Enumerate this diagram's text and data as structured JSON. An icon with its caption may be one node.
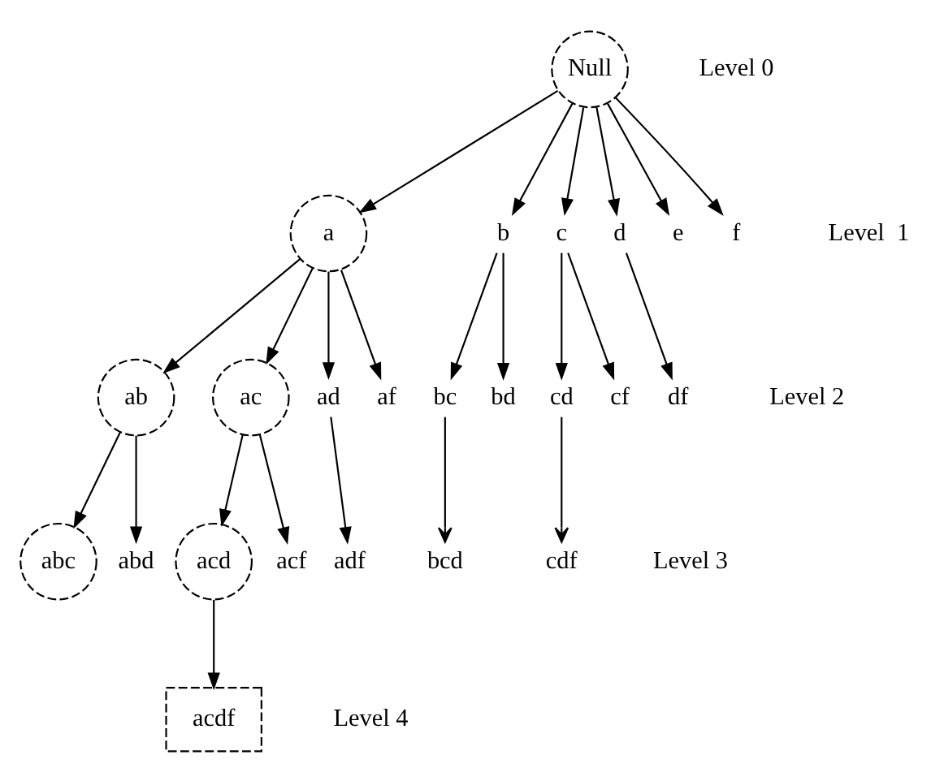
{
  "diagram": {
    "nodes": [
      {
        "text": [
          "Null"
        ]
      },
      {
        "text": [
          "a"
        ]
      },
      {
        "text": [
          "b"
        ]
      },
      {
        "text": [
          "c"
        ]
      },
      {
        "text": [
          "d"
        ]
      },
      {
        "text": [
          "e"
        ]
      },
      {
        "text": [
          "f"
        ]
      },
      {
        "text": [
          "ab"
        ]
      },
      {
        "text": [
          "ac"
        ]
      },
      {
        "text": [
          "ad"
        ]
      },
      {
        "text": [
          "af"
        ]
      },
      {
        "text": [
          "bc"
        ]
      },
      {
        "text": [
          "bd"
        ]
      },
      {
        "text": [
          "cd"
        ]
      },
      {
        "text": [
          "cf"
        ]
      },
      {
        "text": [
          "df"
        ]
      },
      {
        "text": [
          "abc"
        ]
      },
      {
        "text": [
          "abd"
        ]
      },
      {
        "text": [
          "acd"
        ]
      },
      {
        "text": [
          "acf"
        ]
      },
      {
        "text": [
          "adf"
        ]
      },
      {
        "text": [
          "bcd"
        ]
      },
      {
        "text": [
          "cdf"
        ]
      },
      {
        "text": [
          "acdf"
        ]
      }
    ],
    "edges": [
      {
        "from": 0,
        "to": 1,
        "arrow": "to"
      },
      {
        "from": 0,
        "to": 2,
        "arrow": "to"
      },
      {
        "from": 0,
        "to": 3,
        "arrow": "to"
      },
      {
        "from": 0,
        "to": 4,
        "arrow": "to"
      },
      {
        "from": 0,
        "to": 5,
        "arrow": "to"
      },
      {
        "from": 0,
        "to": 6,
        "arrow": "to"
      },
      {
        "from": 1,
        "to": 7,
        "arrow": "to"
      },
      {
        "from": 1,
        "to": 8,
        "arrow": "to"
      },
      {
        "from": 1,
        "to": 9,
        "arrow": "to"
      },
      {
        "from": 1,
        "to": 10,
        "arrow": "to"
      },
      {
        "from": 2,
        "to": 11,
        "arrow": "to"
      },
      {
        "from": 2,
        "to": 12,
        "arrow": "to"
      },
      {
        "from": 3,
        "to": 13,
        "arrow": "to"
      },
      {
        "from": 3,
        "to": 14,
        "arrow": "to"
      },
      {
        "from": 4,
        "to": 15,
        "arrow": "to"
      },
      {
        "from": 7,
        "to": 16,
        "arrow": "to"
      },
      {
        "from": 7,
        "to": 17,
        "arrow": "to"
      },
      {
        "from": 8,
        "to": 18,
        "arrow": "to"
      },
      {
        "from": 8,
        "to": 19,
        "arrow": "to"
      },
      {
        "from": 9,
        "to": 20,
        "arrow": "to"
      },
      {
        "from": 11,
        "to": 21,
        "arrow": "to"
      },
      {
        "from": 13,
        "to": 22,
        "arrow": "to"
      },
      {
        "from": 18,
        "to": 23,
        "arrow": "to"
      }
    ],
    "labels": [
      "Level 0",
      "Level  1",
      "Level 2",
      "Level 3",
      "Level 4"
    ]
  }
}
